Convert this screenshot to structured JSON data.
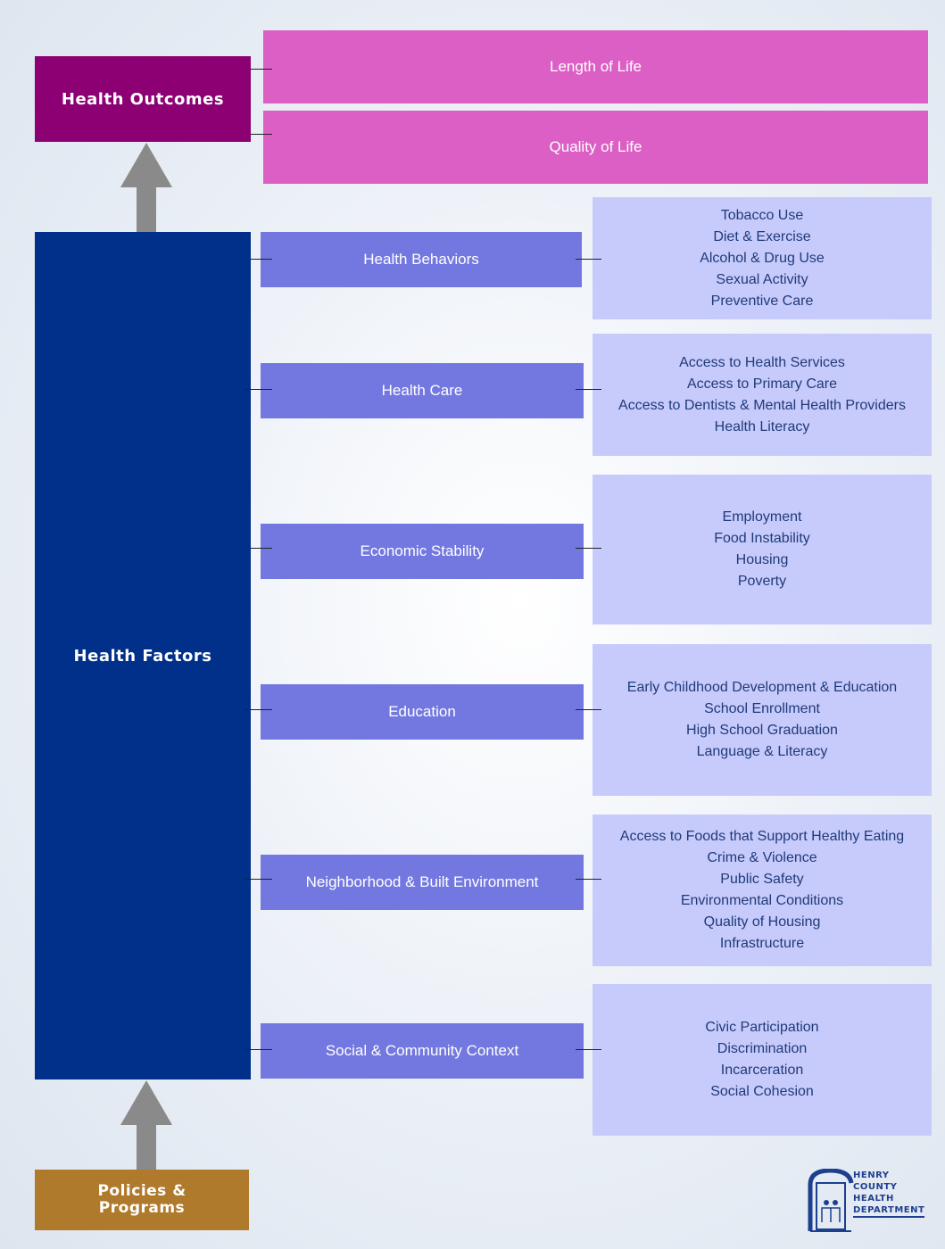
{
  "outcomes": {
    "title": "Health Outcomes",
    "items": [
      "Length of Life",
      "Quality of Life"
    ]
  },
  "factors": {
    "title": "Health Factors",
    "groups": [
      {
        "label": "Health Behaviors",
        "details": [
          "Tobacco Use",
          "Diet & Exercise",
          "Alcohol & Drug Use",
          "Sexual Activity",
          "Preventive Care"
        ]
      },
      {
        "label": "Health Care",
        "details": [
          "Access to Health Services",
          "Access to Primary Care",
          "Access to Dentists & Mental Health Providers",
          "Health Literacy"
        ]
      },
      {
        "label": "Economic Stability",
        "details": [
          "Employment",
          "Food Instability",
          "Housing",
          "Poverty"
        ]
      },
      {
        "label": "Education",
        "details": [
          "Early Childhood Development & Education",
          "School Enrollment",
          "High School Graduation",
          "Language & Literacy"
        ]
      },
      {
        "label": "Neighborhood & Built Environment",
        "details": [
          "Access to Foods that Support Healthy Eating",
          "Crime & Violence",
          "Public Safety",
          "Environmental Conditions",
          "Quality of Housing",
          "Infrastructure"
        ]
      },
      {
        "label": "Social & Community Context",
        "details": [
          "Civic Participation",
          "Discrimination",
          "Incarceration",
          "Social Cohesion"
        ]
      }
    ]
  },
  "policies": {
    "title": "Policies & Programs"
  },
  "logo": {
    "lines": [
      "HENRY",
      "COUNTY",
      "HEALTH",
      "DEPARTMENT"
    ]
  },
  "colors": {
    "outcomes": "#8c0073",
    "outcome_bars": "#db5fc4",
    "factors": "#00308a",
    "factor_boxes": "#7378e0",
    "detail_boxes": "#c7cbfb",
    "policies": "#b07a2c",
    "arrows": "#8a8a8a"
  }
}
